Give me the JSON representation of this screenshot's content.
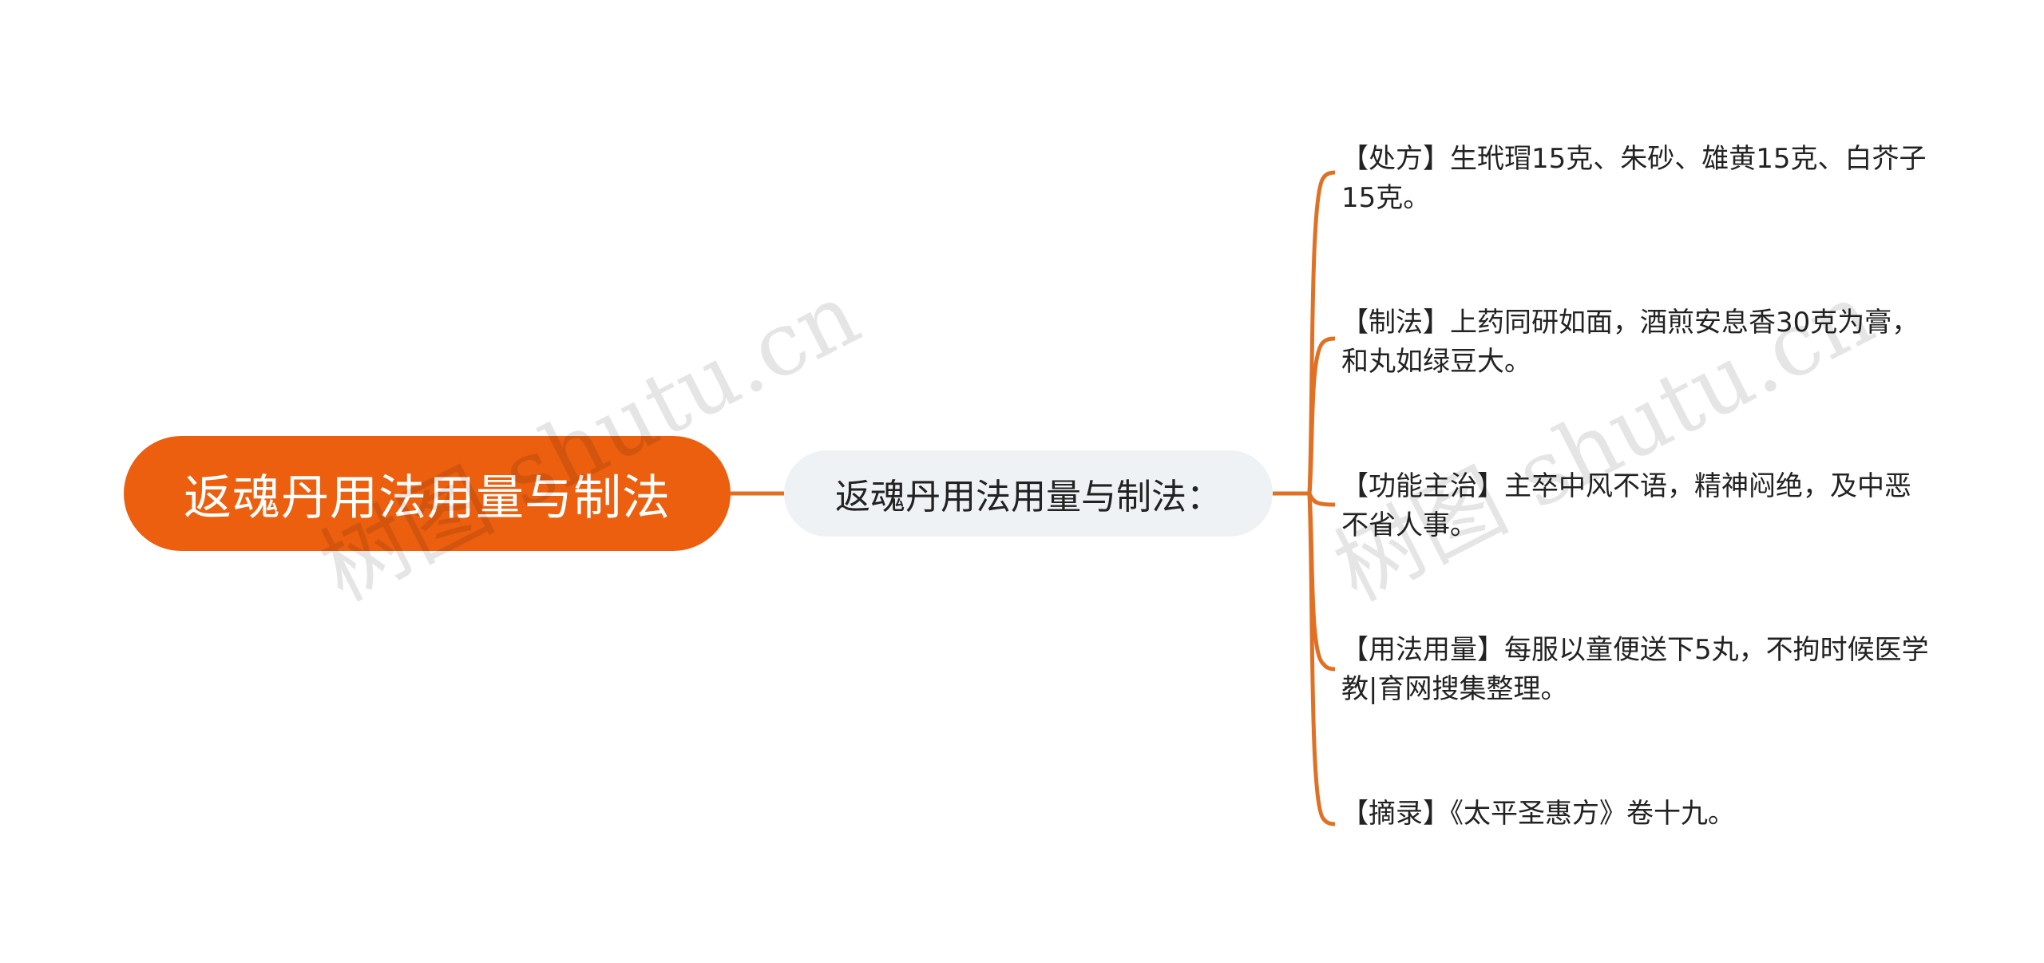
{
  "diagram": {
    "root": {
      "label": "返魂丹用法用量与制法",
      "color": "#EB5F0F"
    },
    "sub": {
      "label": "返魂丹用法用量与制法：",
      "color": "#EFF2F5"
    },
    "connector_color": "#E07024",
    "leaves": [
      {
        "text": "【处方】生玳瑁15克、朱砂、雄黄15克、白芥子15克。"
      },
      {
        "text": "【制法】上药同研如面，酒煎安息香30克为膏，和丸如绿豆大。"
      },
      {
        "text": "【功能主治】主卒中风不语，精神闷绝，及中恶不省人事。"
      },
      {
        "text": "【用法用量】每服以童便送下5丸，不拘时候医学教|育网搜集整理。"
      },
      {
        "text": "【摘录】《太平圣惠方》卷十九。"
      }
    ]
  },
  "watermarks": [
    {
      "text": "树图 shutu.cn"
    },
    {
      "text": "树图 shutu.cn"
    }
  ]
}
